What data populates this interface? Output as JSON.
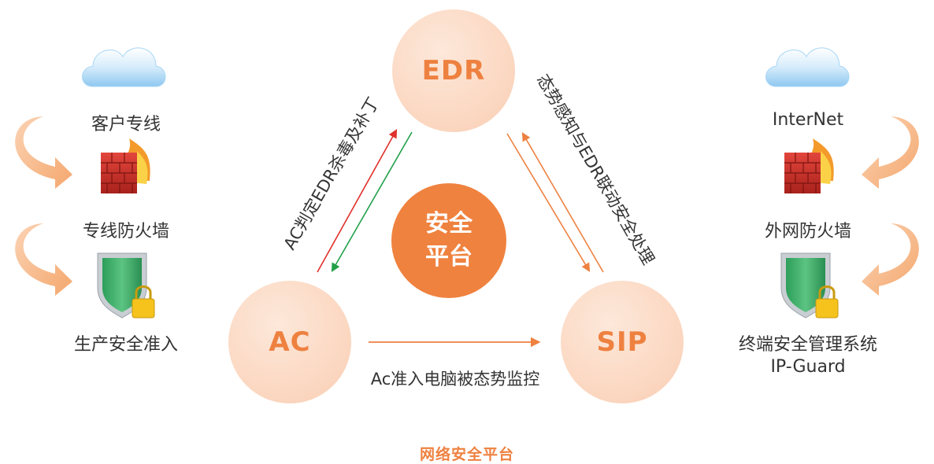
{
  "nodes": {
    "edr": "EDR",
    "ac": "AC",
    "sip": "SIP",
    "center_line1": "安全",
    "center_line2": "平台"
  },
  "edges": {
    "ac_edr": "AC判定EDR杀毒及补丁",
    "edr_sip": "态势感知与EDR联动安全处理",
    "ac_sip": "Ac准入电脑被态势监控"
  },
  "left_column": {
    "items": [
      "客户专线",
      "专线防火墙",
      "生产安全准入"
    ],
    "icons": [
      "cloud-icon",
      "firewall-icon",
      "shield-lock-icon"
    ]
  },
  "right_column": {
    "items": [
      "InterNet",
      "外网防火墙",
      "终端安全管理系统",
      "IP-Guard"
    ],
    "icons": [
      "cloud-icon",
      "firewall-icon",
      "shield-lock-icon"
    ]
  },
  "caption": "网络安全平台",
  "colors": {
    "accent": "#ee8140",
    "node_fill": "#fbd6bf",
    "arrow_red": "#e0302a",
    "arrow_green": "#22a04a",
    "arrow_orange": "#ee8140",
    "curved_arrow": "#f7b98a"
  }
}
